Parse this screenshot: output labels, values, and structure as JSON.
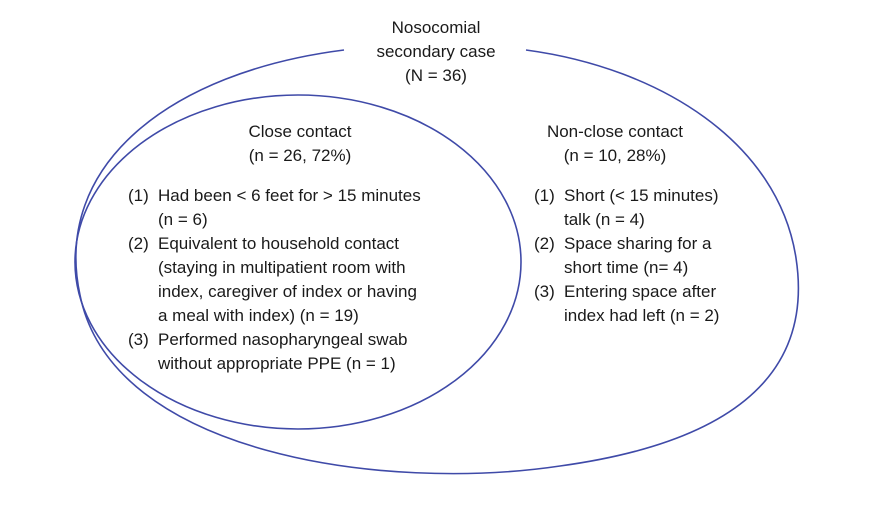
{
  "colors": {
    "outline": "#3f4aa8",
    "text": "#1a1a1a",
    "background": "#ffffff"
  },
  "outer": {
    "title_lines": [
      "Nosocomial",
      "secondary case",
      "(N = 36)"
    ]
  },
  "close_contact": {
    "title_lines": [
      "Close contact",
      "(n = 26, 72%)"
    ],
    "items": [
      {
        "num": "(1)",
        "lines": [
          "Had been < 6 feet for > 15 minutes",
          "(n = 6)"
        ]
      },
      {
        "num": "(2)",
        "lines": [
          "Equivalent to household contact",
          "(staying in multipatient room with",
          "index, caregiver of index or having",
          "a meal with index) (n = 19)"
        ]
      },
      {
        "num": "(3)",
        "lines": [
          "Performed nasopharyngeal swab",
          "without appropriate PPE (n = 1)"
        ]
      }
    ]
  },
  "non_close_contact": {
    "title_lines": [
      "Non-close contact",
      "(n = 10, 28%)"
    ],
    "items": [
      {
        "num": "(1)",
        "lines": [
          "Short (< 15 minutes)",
          "talk (n = 4)"
        ]
      },
      {
        "num": "(2)",
        "lines": [
          "Space sharing for a",
          "short time (n= 4)"
        ]
      },
      {
        "num": "(3)",
        "lines": [
          "Entering space after",
          "index had left (n = 2)"
        ]
      }
    ]
  }
}
